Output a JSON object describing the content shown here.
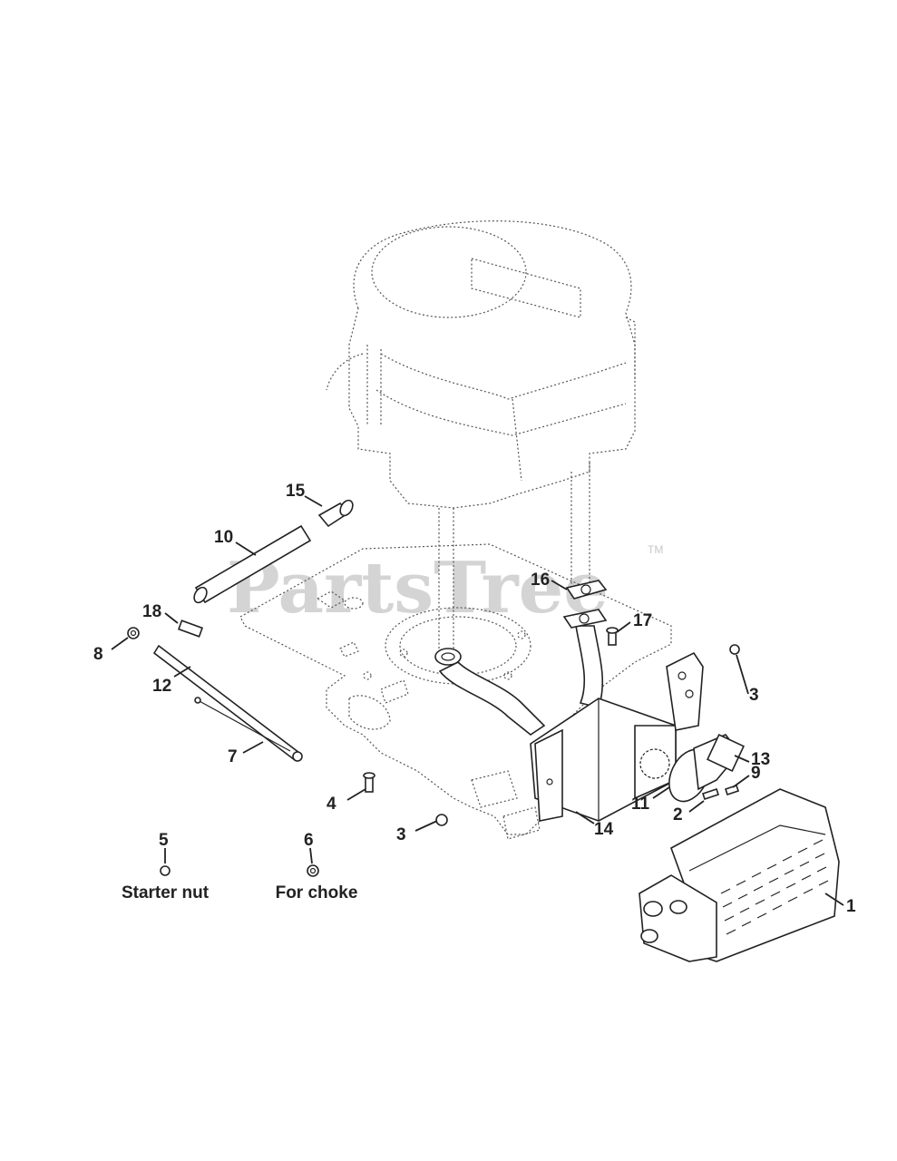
{
  "watermark": {
    "text": "PartsTree",
    "trademark": "TM"
  },
  "callouts": [
    {
      "id": "c1",
      "label": "1"
    },
    {
      "id": "c2",
      "label": "2"
    },
    {
      "id": "c3a",
      "label": "3"
    },
    {
      "id": "c3b",
      "label": "3"
    },
    {
      "id": "c4",
      "label": "4"
    },
    {
      "id": "c5",
      "label": "5"
    },
    {
      "id": "c6",
      "label": "6"
    },
    {
      "id": "c7",
      "label": "7"
    },
    {
      "id": "c8",
      "label": "8"
    },
    {
      "id": "c9",
      "label": "9"
    },
    {
      "id": "c10",
      "label": "10"
    },
    {
      "id": "c11",
      "label": "11"
    },
    {
      "id": "c12",
      "label": "12"
    },
    {
      "id": "c13",
      "label": "13"
    },
    {
      "id": "c14",
      "label": "14"
    },
    {
      "id": "c15",
      "label": "15"
    },
    {
      "id": "c16",
      "label": "16"
    },
    {
      "id": "c17",
      "label": "17"
    },
    {
      "id": "c18",
      "label": "18"
    }
  ],
  "notes": {
    "starter_nut": "Starter nut",
    "for_choke": "For choke"
  }
}
